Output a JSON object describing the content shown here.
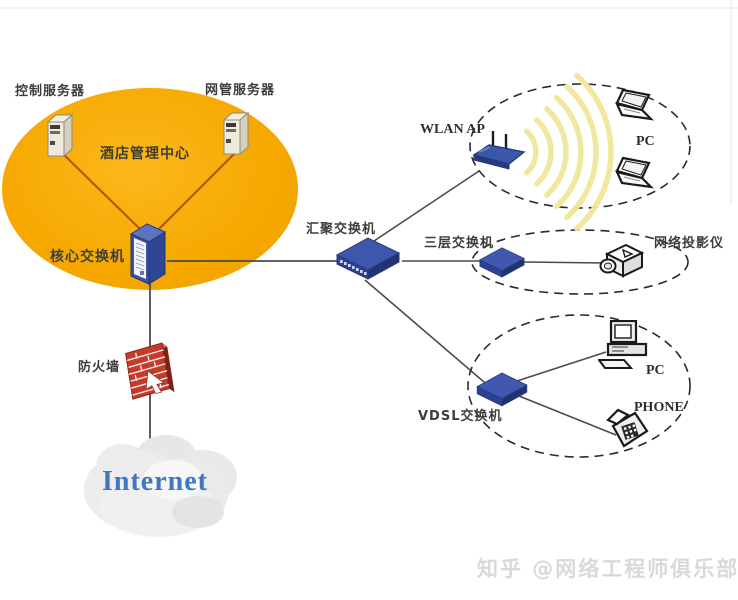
{
  "zone": {
    "label": "酒店管理中心"
  },
  "nodes": {
    "control_server": {
      "label": "控制服务器",
      "type": "server-tower"
    },
    "nms_server": {
      "label": "网管服务器",
      "type": "server-tower"
    },
    "core_switch": {
      "label": "核心交换机",
      "type": "core-switch-tower"
    },
    "aggregation_switch": {
      "label": "汇聚交换机",
      "type": "flat-switch"
    },
    "wlan_ap": {
      "label": "WLAN AP",
      "type": "wireless-access-point"
    },
    "wlan_pc": {
      "label": "PC",
      "type": "laptop"
    },
    "l3_switch": {
      "label": "三层交换机",
      "type": "flat-switch"
    },
    "projector": {
      "label": "网络投影仪",
      "type": "network-projector"
    },
    "vdsl_switch": {
      "label": "VDSL交换机",
      "type": "flat-switch"
    },
    "vdsl_pc": {
      "label": "PC",
      "type": "desktop-pc"
    },
    "vdsl_phone": {
      "label": "PHONE",
      "type": "telephone"
    },
    "firewall": {
      "label": "防火墙",
      "type": "firewall-brick-wall"
    },
    "internet": {
      "label": "Internet",
      "type": "cloud"
    }
  },
  "connections": [
    "control_server - core_switch",
    "nms_server - core_switch",
    "core_switch - aggregation_switch",
    "core_switch - firewall - internet",
    "aggregation_switch - wlan_ap",
    "aggregation_switch - l3_switch",
    "l3_switch - projector",
    "aggregation_switch - vdsl_switch",
    "vdsl_switch - vdsl_pc",
    "vdsl_switch - vdsl_phone"
  ],
  "colors": {
    "zone_fill": "#f6a800",
    "device_blue": "#3a53a4",
    "firewall_red": "#c23b2b",
    "wifi_wave_yellow": "#f0e79a",
    "internet_text_blue": "#3f78bc",
    "in_zone_link": "#b35900",
    "link_gray": "#4b4b4b"
  },
  "watermark": {
    "text": "知乎 @网络工程师俱乐部"
  }
}
